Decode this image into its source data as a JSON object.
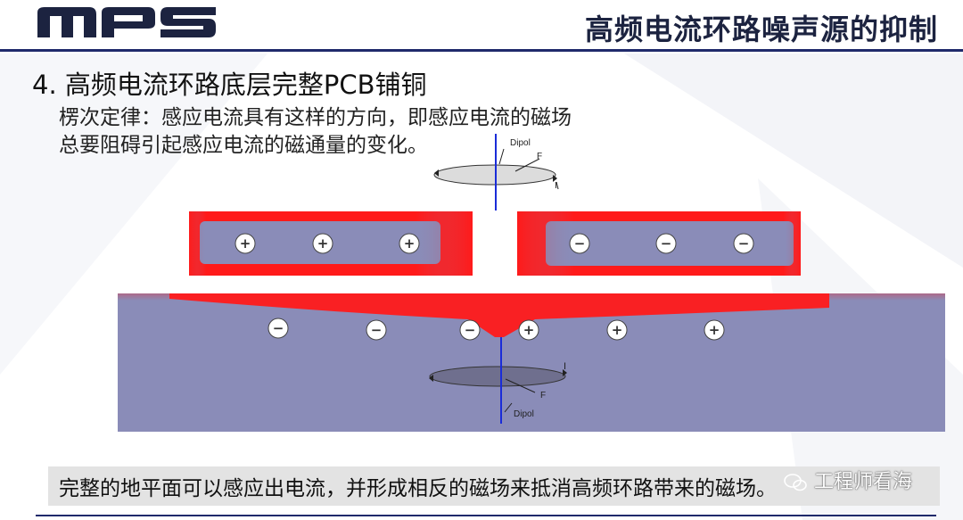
{
  "header": {
    "logo_text": "MPS",
    "title": "高频电流环路噪声源的抑制"
  },
  "section": {
    "title": "4. 高频电流环路底层完整PCB铺铜",
    "body_line1": "楞次定律：感应电流具有这样的方向，即感应电流的磁场",
    "body_line2": "总要阻碍引起感应电流的磁通量的变化。"
  },
  "diagram": {
    "top_dipole_label": "Dipol",
    "top_f_label": "F",
    "top_i_label": "I",
    "bottom_dipole_label": "Dipol",
    "bottom_f_label": "F",
    "bottom_i_label": "I",
    "plus_symbol": "+",
    "minus_symbol": "−"
  },
  "caption": {
    "text": "完整的地平面可以感应出电流，并形成相反的磁场来抵消高频环路带来的磁场。"
  },
  "watermark": {
    "text": "工程师看海"
  },
  "colors": {
    "navy": "#1c2340",
    "plane": "#8a8cb8",
    "red": "#ff1a1a"
  }
}
